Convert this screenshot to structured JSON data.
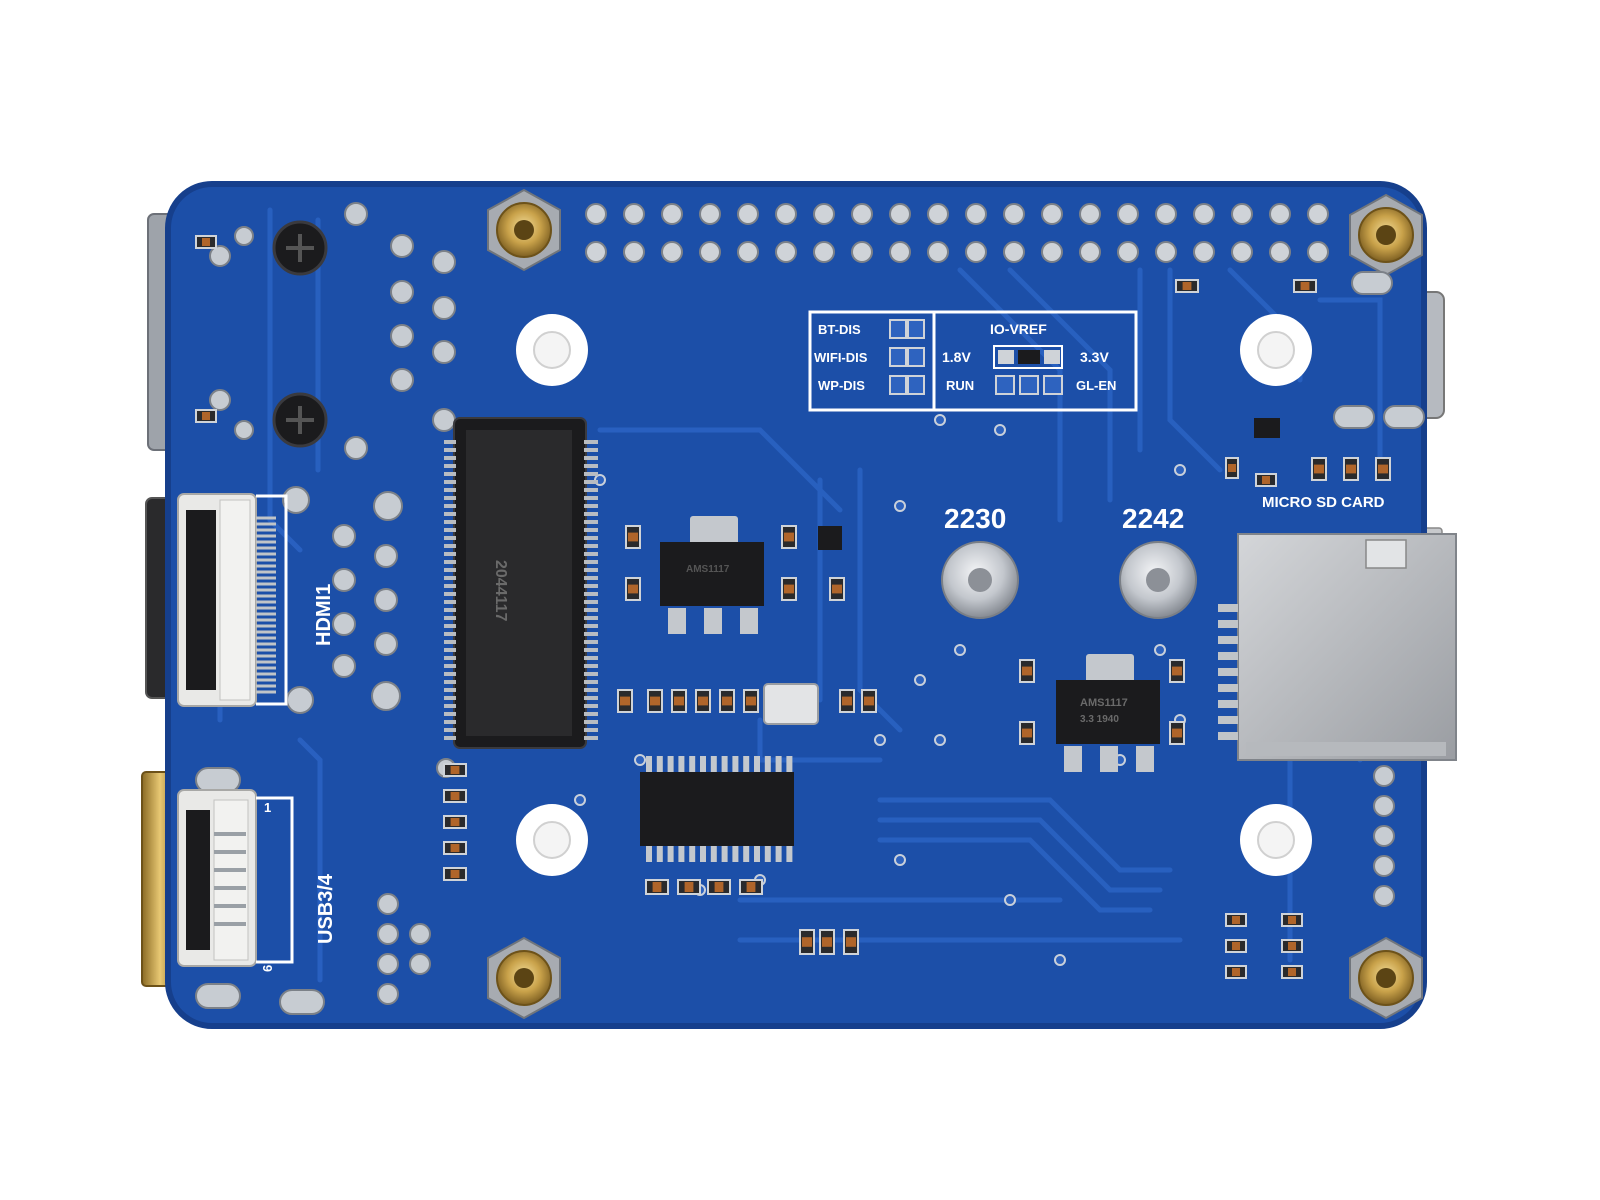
{
  "board": {
    "colors": {
      "pcb": "#1c4fa8",
      "pcb_dark": "#163f8c",
      "trace": "#2a62c2",
      "silk": "#ffffff",
      "gold": "#c9a24a",
      "metal": "#b8bcc2",
      "black": "#1b1b1d"
    },
    "labels": {
      "bt_dis": "BT-DIS",
      "wifi_dis": "WIFI-DIS",
      "wp_dis": "WP-DIS",
      "io_vref": "IO-VREF",
      "v18": "1.8V",
      "v33": "3.3V",
      "run": "RUN",
      "gl_en": "GL-EN",
      "micro_sd_card": "MICRO SD CARD",
      "size_2230": "2230",
      "size_2242": "2242",
      "hdmi1": "HDMI1",
      "usb34": "USB3/4",
      "pin_1": "1",
      "pin_6": "6",
      "m2_code": "2044117",
      "regulator_right": "AMS1117",
      "regulator_right_code": "3.3 1940",
      "regulator_left": "AMS1117"
    }
  }
}
